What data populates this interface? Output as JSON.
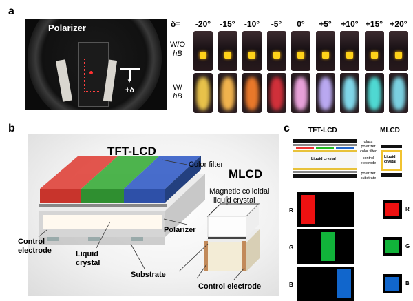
{
  "panel_a": {
    "letter": "a",
    "polarizer_label": "Polarizer",
    "delta_arrow_label": "+δ",
    "delta_prefix": "δ=",
    "angles": [
      "-20°",
      "-15°",
      "-10°",
      "-5°",
      "0°",
      "+5°",
      "+10°",
      "+15°",
      "+20°"
    ],
    "row_wo": [
      "W/O",
      "hB"
    ],
    "row_w": [
      "W/",
      "hB"
    ],
    "glow_colors": [
      "#e8c24a",
      "#f0b24d",
      "#e8782a",
      "#d0303a",
      "#e7a0d8",
      "#b9a8f0",
      "#7fd6e8",
      "#4fd8d2",
      "#7ad0e0"
    ]
  },
  "panel_b": {
    "letter": "b",
    "title_tft": "TFT-LCD",
    "title_mlcd": "MLCD",
    "labels": {
      "color_filter": "Color filter",
      "magnetic": "Magnetic colloidal",
      "liquid_crystal_mc": "liquid crystal",
      "control_electrode_left_1": "Control",
      "control_electrode_left_2": "electrode",
      "liquid_1": "Liquid",
      "liquid_2": "crystal",
      "polarizer": "Polarizer",
      "substrate": "Substrate",
      "control_electrode_right": "Control electrode"
    },
    "colors": {
      "red": "#e0483f",
      "green": "#3fae3f",
      "blue": "#3a62c8"
    }
  },
  "panel_c": {
    "letter": "c",
    "head_tft": "TFT-LCD",
    "head_mlcd": "MLCD",
    "layer_labels": [
      "glass",
      "polarizer",
      "color filter",
      "",
      "control",
      "electrode",
      "",
      "polarizer",
      "substrate"
    ],
    "lc_label": "Liquid crystal",
    "mlcd_lc_label": [
      "Liquid",
      "crystal"
    ],
    "rows": [
      "R",
      "G",
      "B"
    ],
    "colors": {
      "R": "#ee1111",
      "G": "#11b33a",
      "B": "#1166cc"
    }
  }
}
